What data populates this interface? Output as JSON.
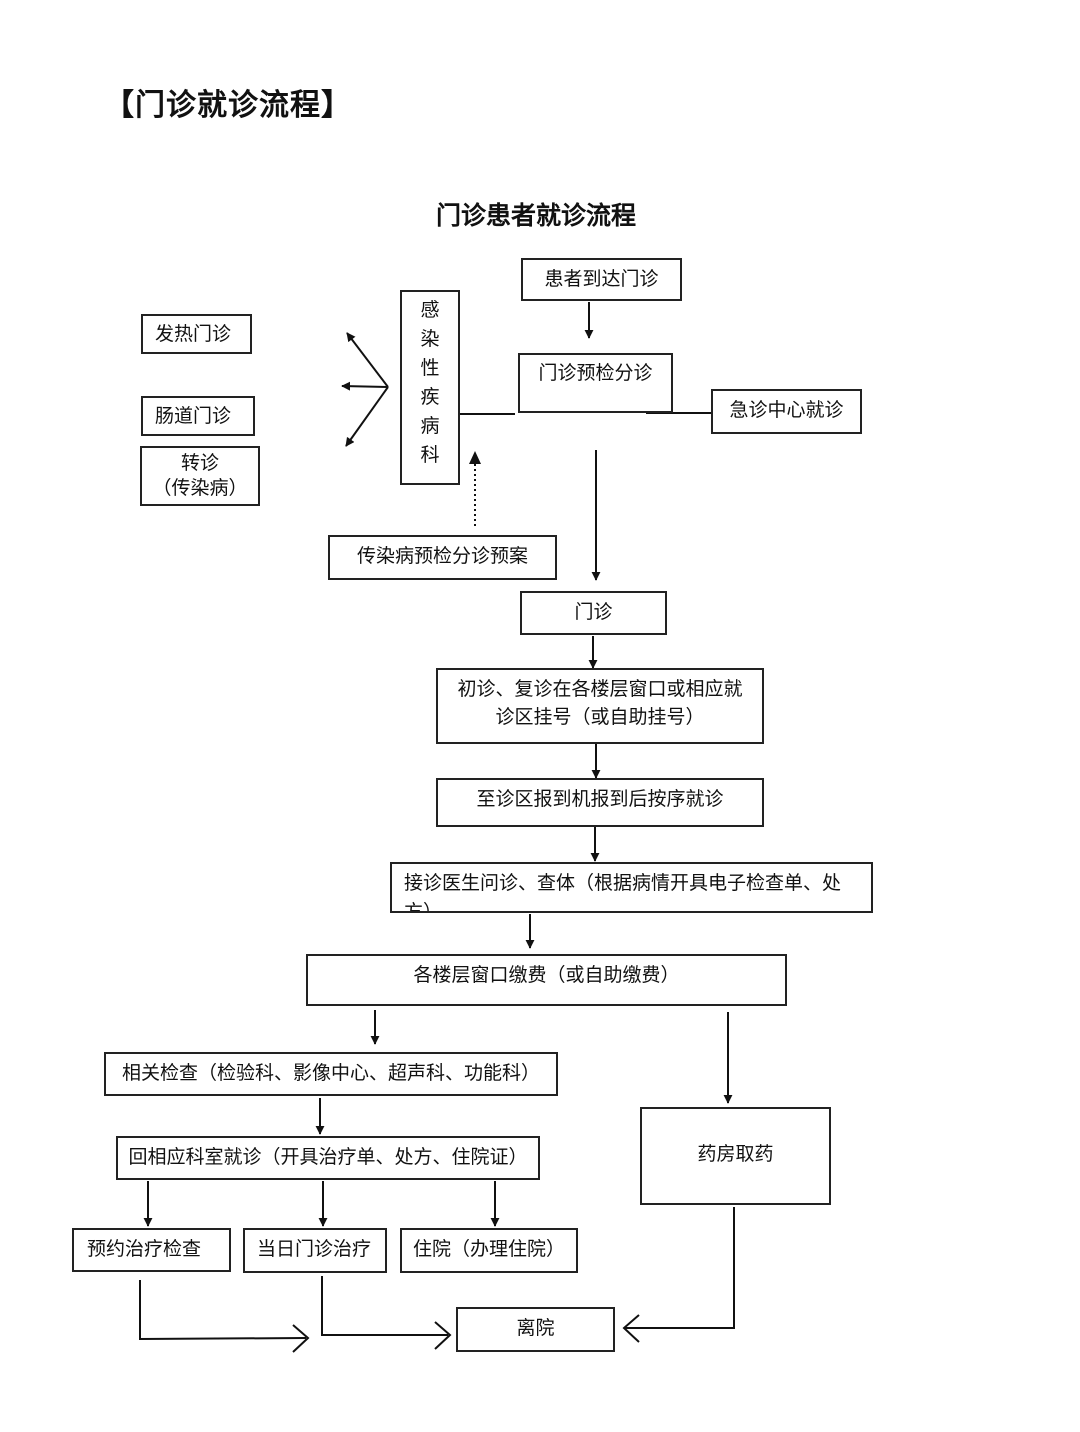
{
  "page": {
    "heading": "【门诊就诊流程】",
    "subtitle": "门诊患者就诊流程"
  },
  "nodes": {
    "arrive": "患者到达门诊",
    "triage": "门诊预检分诊",
    "emergency": "急诊中心就诊",
    "infectious_dept_chars": [
      "感",
      "染",
      "性",
      "疾",
      "病",
      "科"
    ],
    "fever_clinic": "发热门诊",
    "intestinal_clinic": "肠道门诊",
    "transfer_line1": "转诊",
    "transfer_line2": "（传染病）",
    "infectious_plan": "传染病预检分诊预案",
    "outpatient": "门诊",
    "register_line1": "初诊、复诊在各楼层窗口或相应就",
    "register_line2": "诊区挂号（或自助挂号）",
    "checkin": "至诊区报到机报到后按序就诊",
    "consult": "接诊医生问诊、查体（根据病情开具电子检查单、处方）",
    "payment": "各楼层窗口缴费（或自助缴费）",
    "exams": "相关检查（检验科、影像中心、超声科、功能科）",
    "pharmacy": "药房取药",
    "return_visit": "回相应科室就诊（开具治疗单、处方、住院证）",
    "appointment": "预约治疗检查",
    "same_day": "当日门诊治疗",
    "hospitalize": "住院（办理住院）",
    "leave": "离院"
  }
}
